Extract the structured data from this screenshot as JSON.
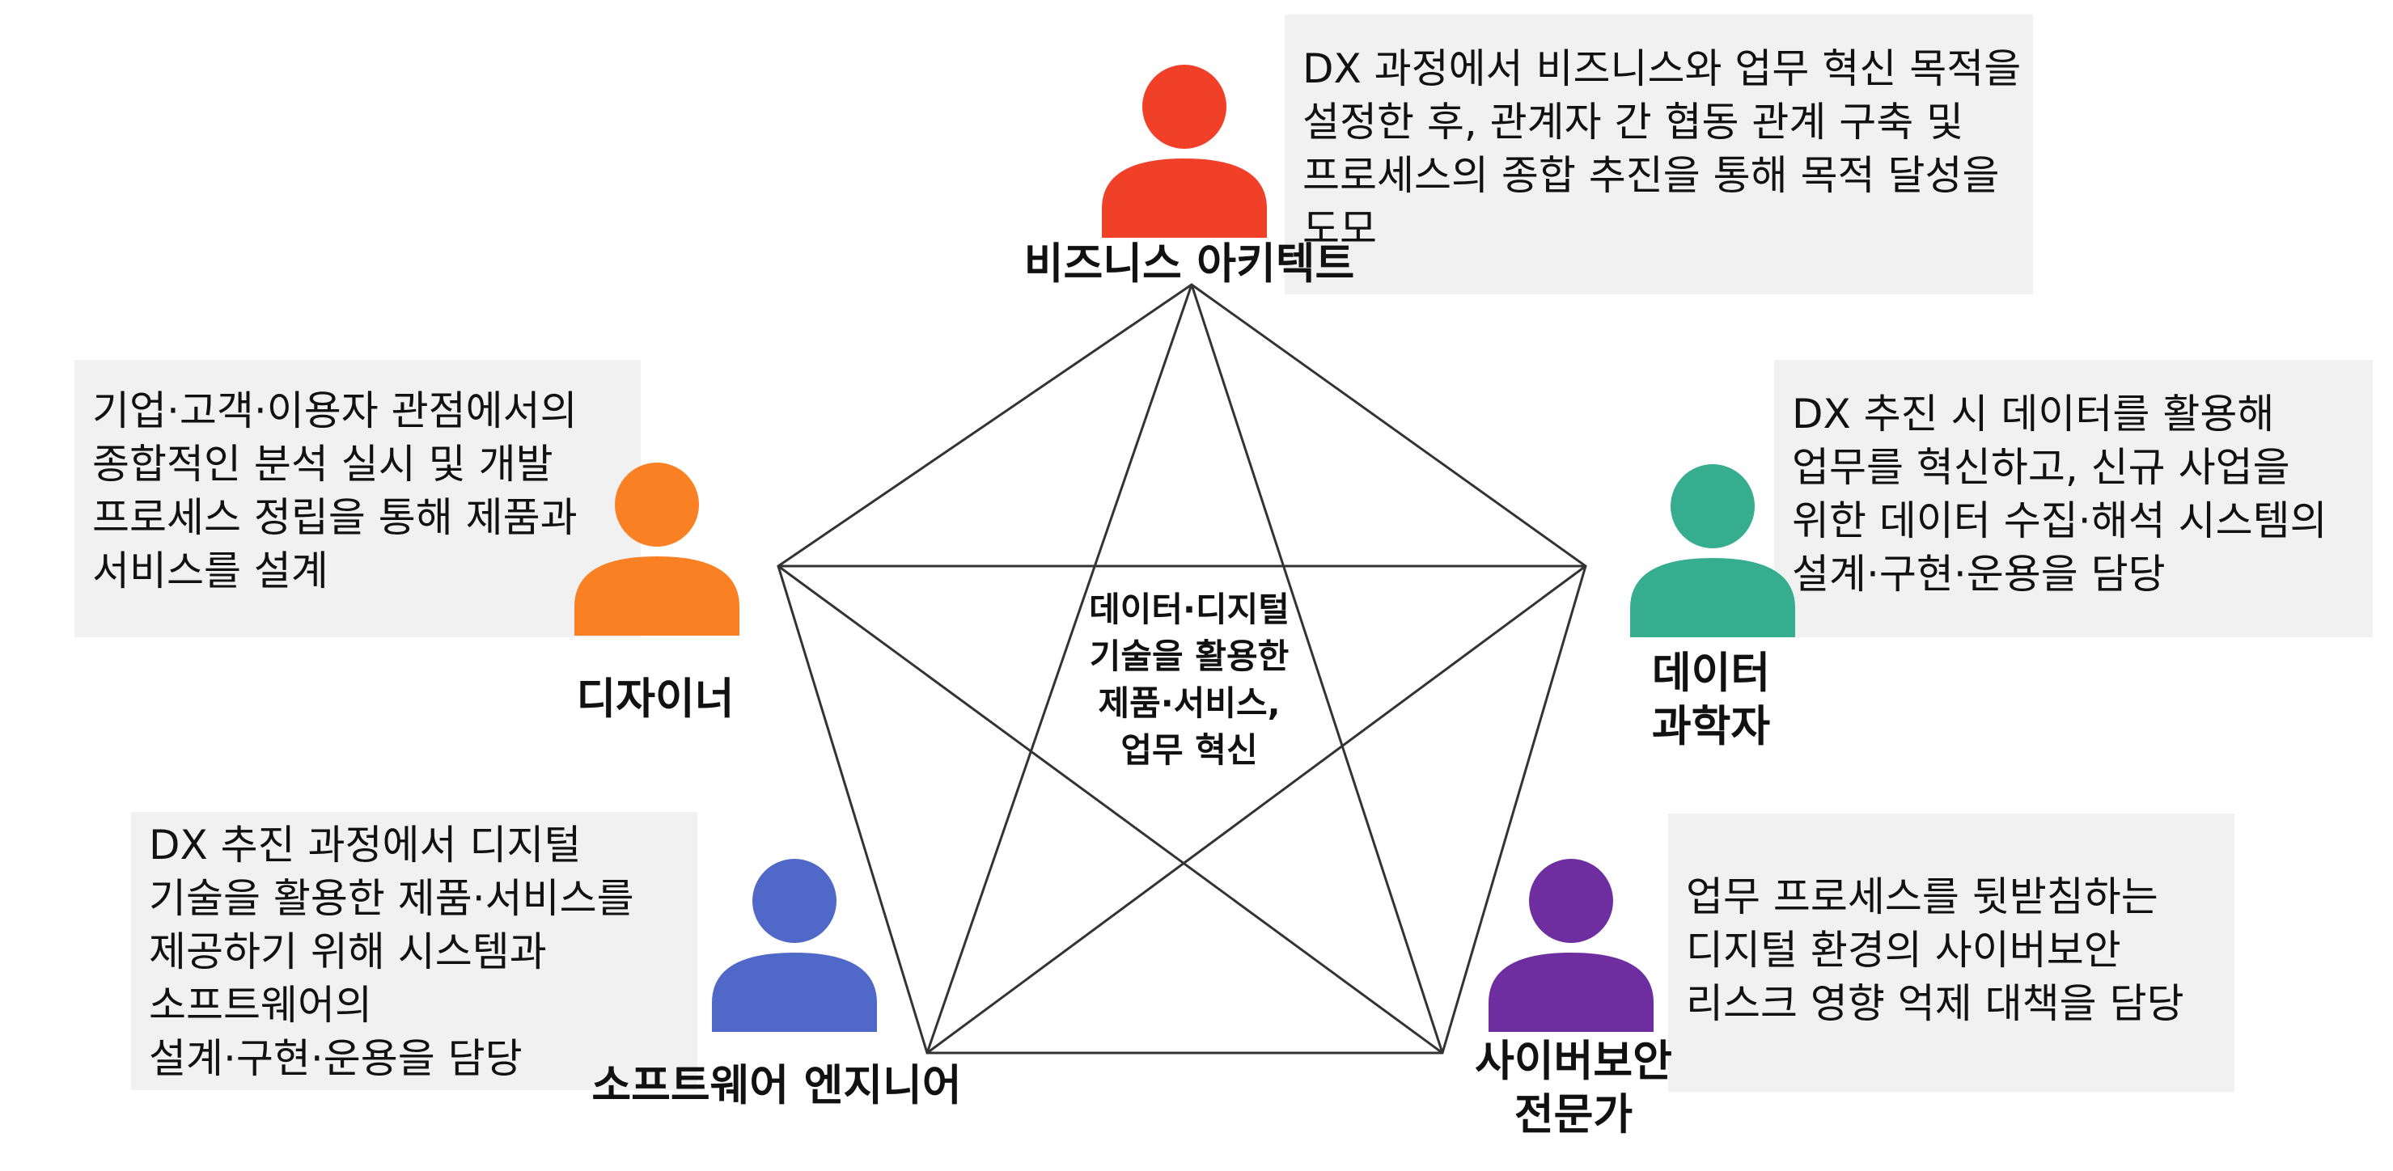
{
  "center_text": [
    "데이터·디지털",
    "기술을 활용한",
    "제품·서비스,",
    "업무 혁신"
  ],
  "roles": {
    "business": {
      "label": "비즈니스 아키텍트",
      "color": "#f04028",
      "desc": [
        "DX 과정에서 비즈니스와 업무 혁신 목적을",
        "설정한 후, 관계자 간 협동 관계 구축 및",
        "프로세스의 종합 추진을 통해 목적 달성을",
        "도모"
      ]
    },
    "designer": {
      "label": "디자이너",
      "color": "#f98124",
      "desc": [
        "기업·고객·이용자 관점에서의",
        "종합적인 분석 실시 및 개발",
        "프로세스 정립을 통해 제품과",
        "서비스를 설계"
      ]
    },
    "data_scientist": {
      "label": [
        "데이터",
        "과학자"
      ],
      "color": "#35ad8e",
      "desc": [
        "DX 추진 시 데이터를 활용해",
        "업무를 혁신하고, 신규 사업을",
        "위한 데이터 수집·해석 시스템의",
        "설계·구현·운용을 담당"
      ]
    },
    "software_engineer": {
      "label": "소프트웨어 엔지니어",
      "color": "#5069c8",
      "desc": [
        "DX 추진 과정에서 디지털",
        "기술을 활용한 제품·서비스를",
        "제공하기 위해 시스템과",
        "소프트웨어의",
        "설계·구현·운용을 담당"
      ]
    },
    "cybersecurity": {
      "label": [
        "사이버보안",
        "전문가"
      ],
      "color": "#6f2ea0",
      "desc": [
        "업무 프로세스를 뒷받침하는",
        "디지털 환경의 사이버보안",
        "리스크 영향 억제 대책을 담당"
      ]
    }
  }
}
